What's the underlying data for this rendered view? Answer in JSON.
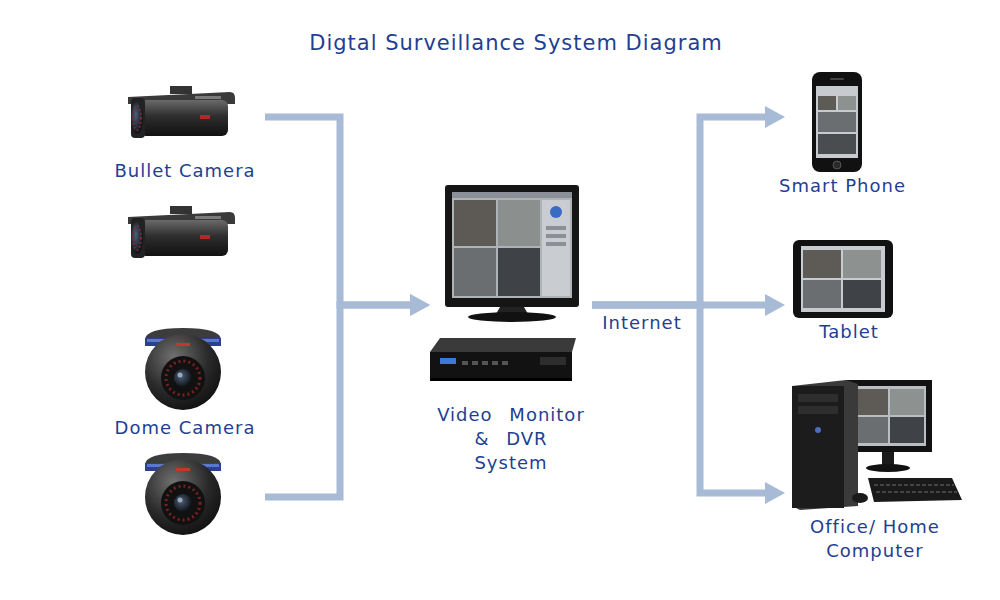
{
  "diagram": {
    "title": "Digtal Surveillance System Diagram",
    "nodes": [
      {
        "text": [
          "Bullet Camera"
        ]
      },
      {
        "text": [
          "Dome Camera"
        ]
      },
      {
        "text": [
          "Video Monitor & DVR System"
        ]
      },
      {
        "text": [
          "Smart Phone"
        ]
      },
      {
        "text": [
          "Tablet"
        ]
      },
      {
        "text": [
          "Office/ Home Computer"
        ]
      }
    ],
    "edges": [
      {
        "from": 0,
        "to": 2,
        "arrow": "to"
      },
      {
        "from": 1,
        "to": 2,
        "arrow": "to"
      },
      {
        "from": 2,
        "to": 3,
        "arrow": "to"
      },
      {
        "from": 2,
        "to": 4,
        "label": "Internet",
        "arrow": "to"
      },
      {
        "from": 2,
        "to": 5,
        "arrow": "to"
      }
    ]
  }
}
